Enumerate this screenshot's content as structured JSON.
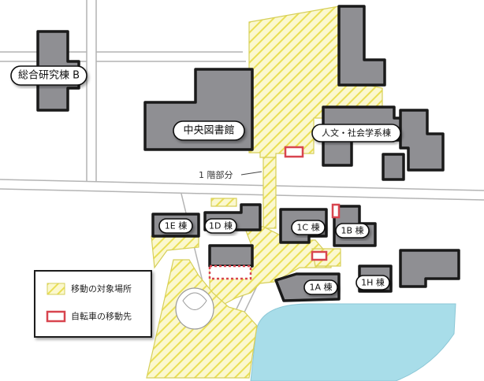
{
  "map": {
    "buildings": {
      "research_b": "総合研究棟 B",
      "central_library": "中央図書館",
      "humanities_social": "人文・社会学系棟",
      "b1e": "1E 棟",
      "b1d": "1D 棟",
      "b1c": "1C 棟",
      "b1b": "1B 棟",
      "b1a": "1A 棟",
      "b1h": "1H 棟"
    },
    "annotation_floor1": "1 階部分",
    "legend": {
      "relocation_area": "移動の対象場所",
      "bicycle_destination": "自転車の移動先"
    },
    "colors": {
      "building_fill": "#8f8f93",
      "hatch_yellow": "#f2e96b",
      "bicycle_red": "#d8454f",
      "pond_blue": "#a8dde9"
    }
  }
}
